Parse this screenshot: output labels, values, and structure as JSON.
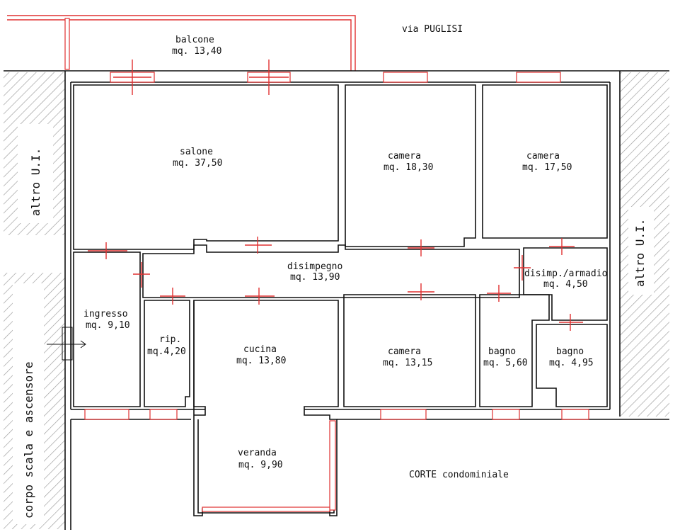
{
  "street": "via PUGLISI",
  "courtyard": "CORTE condominiale",
  "side_left_top": "altro U.I.",
  "side_right": "altro U.I.",
  "side_left_bottom": "corpo scala e ascensore",
  "rooms": {
    "balcone": {
      "name": "balcone",
      "area": "mq. 13,40"
    },
    "salone": {
      "name": "salone",
      "area": "mq. 37,50"
    },
    "camera1": {
      "name": "camera",
      "area": "mq. 18,30"
    },
    "camera2": {
      "name": "camera",
      "area": "mq. 17,50"
    },
    "disimpegno": {
      "name": "disimpegno",
      "area": "mq. 13,90"
    },
    "disimp_armadio": {
      "name": "disimp./armadio",
      "area": "mq. 4,50"
    },
    "ingresso": {
      "name": "ingresso",
      "area": "mq. 9,10"
    },
    "rip": {
      "name": "rip.",
      "area": "mq.4,20"
    },
    "cucina": {
      "name": "cucina",
      "area": "mq. 13,80"
    },
    "camera3": {
      "name": "camera",
      "area": "mq. 13,15"
    },
    "bagno1": {
      "name": "bagno",
      "area": "mq. 5,60"
    },
    "bagno2": {
      "name": "bagno",
      "area": "mq. 4,95"
    },
    "veranda": {
      "name": "veranda",
      "area": "mq. 9,90"
    }
  },
  "colors": {
    "wall": "#111111",
    "opening": "#e03030",
    "hatch": "#9a9a9a"
  }
}
